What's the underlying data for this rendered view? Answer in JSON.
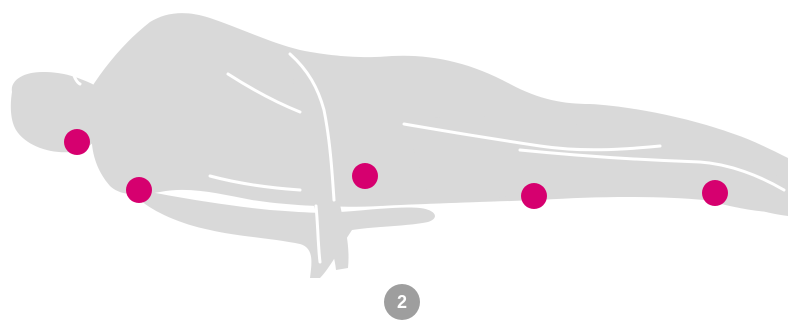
{
  "colors": {
    "background": "#ffffff",
    "body_silhouette": "#d9d9d9",
    "outline": "#ffffff",
    "pressure_point": "#d6006f",
    "badge": "#9e9e9e"
  },
  "figure": {
    "icon": "lateral-lying-person-silhouette",
    "pressure_points": [
      {
        "name": "ear"
      },
      {
        "name": "shoulder"
      },
      {
        "name": "hip"
      },
      {
        "name": "knee"
      },
      {
        "name": "ankle"
      }
    ]
  },
  "badge": {
    "label": "2"
  }
}
